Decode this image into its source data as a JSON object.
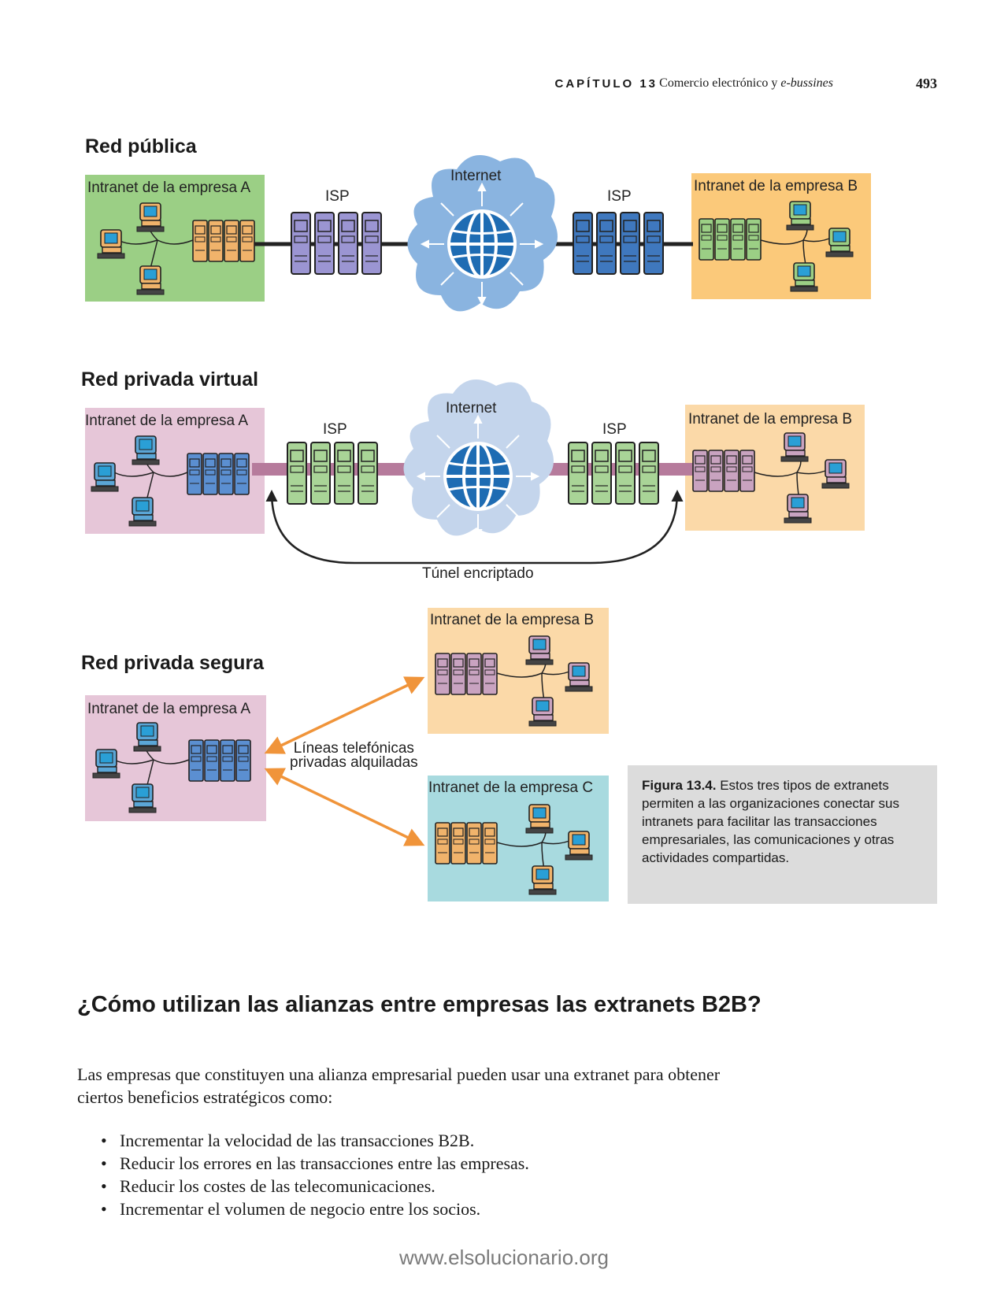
{
  "header": {
    "chapter_label": "CAPÍTULO 13",
    "chapter_title_main": "Comercio electrónico y ",
    "chapter_title_italic": "e-bussines",
    "page_number": "493"
  },
  "figure": {
    "sections": [
      {
        "heading": "Red pública",
        "left_box_label": "Intranet de la empresa A",
        "right_box_label": "Intranet de la empresa B",
        "isp_left": "ISP",
        "isp_right": "ISP",
        "cloud_label": "Internet"
      },
      {
        "heading": "Red privada virtual",
        "left_box_label": "Intranet de la empresa A",
        "right_box_label": "Intranet de la empresa B",
        "isp_left": "ISP",
        "isp_right": "ISP",
        "cloud_label": "Internet",
        "tunnel_label": "Túnel encriptado"
      },
      {
        "heading": "Red privada segura",
        "left_box_label": "Intranet de la empresa A",
        "top_box_label": "Intranet de la empresa B",
        "bottom_box_label": "Intranet de la empresa C",
        "lines_label_1": "Líneas telefónicas",
        "lines_label_2": "privadas alquiladas"
      }
    ],
    "colors": {
      "green_box": "#9bcf85",
      "orange_box": "#fbc97a",
      "pink_box": "#e6c6d8",
      "light_orange_box": "#fbd9a8",
      "teal_box": "#a8dadf",
      "cloud": "#8ab4e0",
      "cloud_light": "#c4d5ec",
      "globe": "#1e6cb3",
      "arrow_orange": "#f0943a",
      "tunnel_pink": "#b67b9c"
    },
    "caption": {
      "label": "Figura 13.4.",
      "text": " Estos tres tipos de extranets permiten a las organizaciones conectar sus intranets para facilitar las transacciones empresariales, las comunicaciones y otras actividades compartidas."
    }
  },
  "body": {
    "section_title": "¿Cómo utilizan las alianzas entre empresas las extranets B2B?",
    "intro": "Las empresas que constituyen una alianza empresarial pueden usar una extranet para obtener ciertos beneficios estratégicos como:",
    "benefits": [
      "Incrementar la velocidad de las transacciones B2B.",
      "Reducir los errores en las transacciones entre las empresas.",
      "Reducir los costes de las telecomunicaciones.",
      "Incrementar el volumen de negocio entre los socios."
    ]
  },
  "footer": {
    "watermark": "www.elsolucionario.org"
  }
}
